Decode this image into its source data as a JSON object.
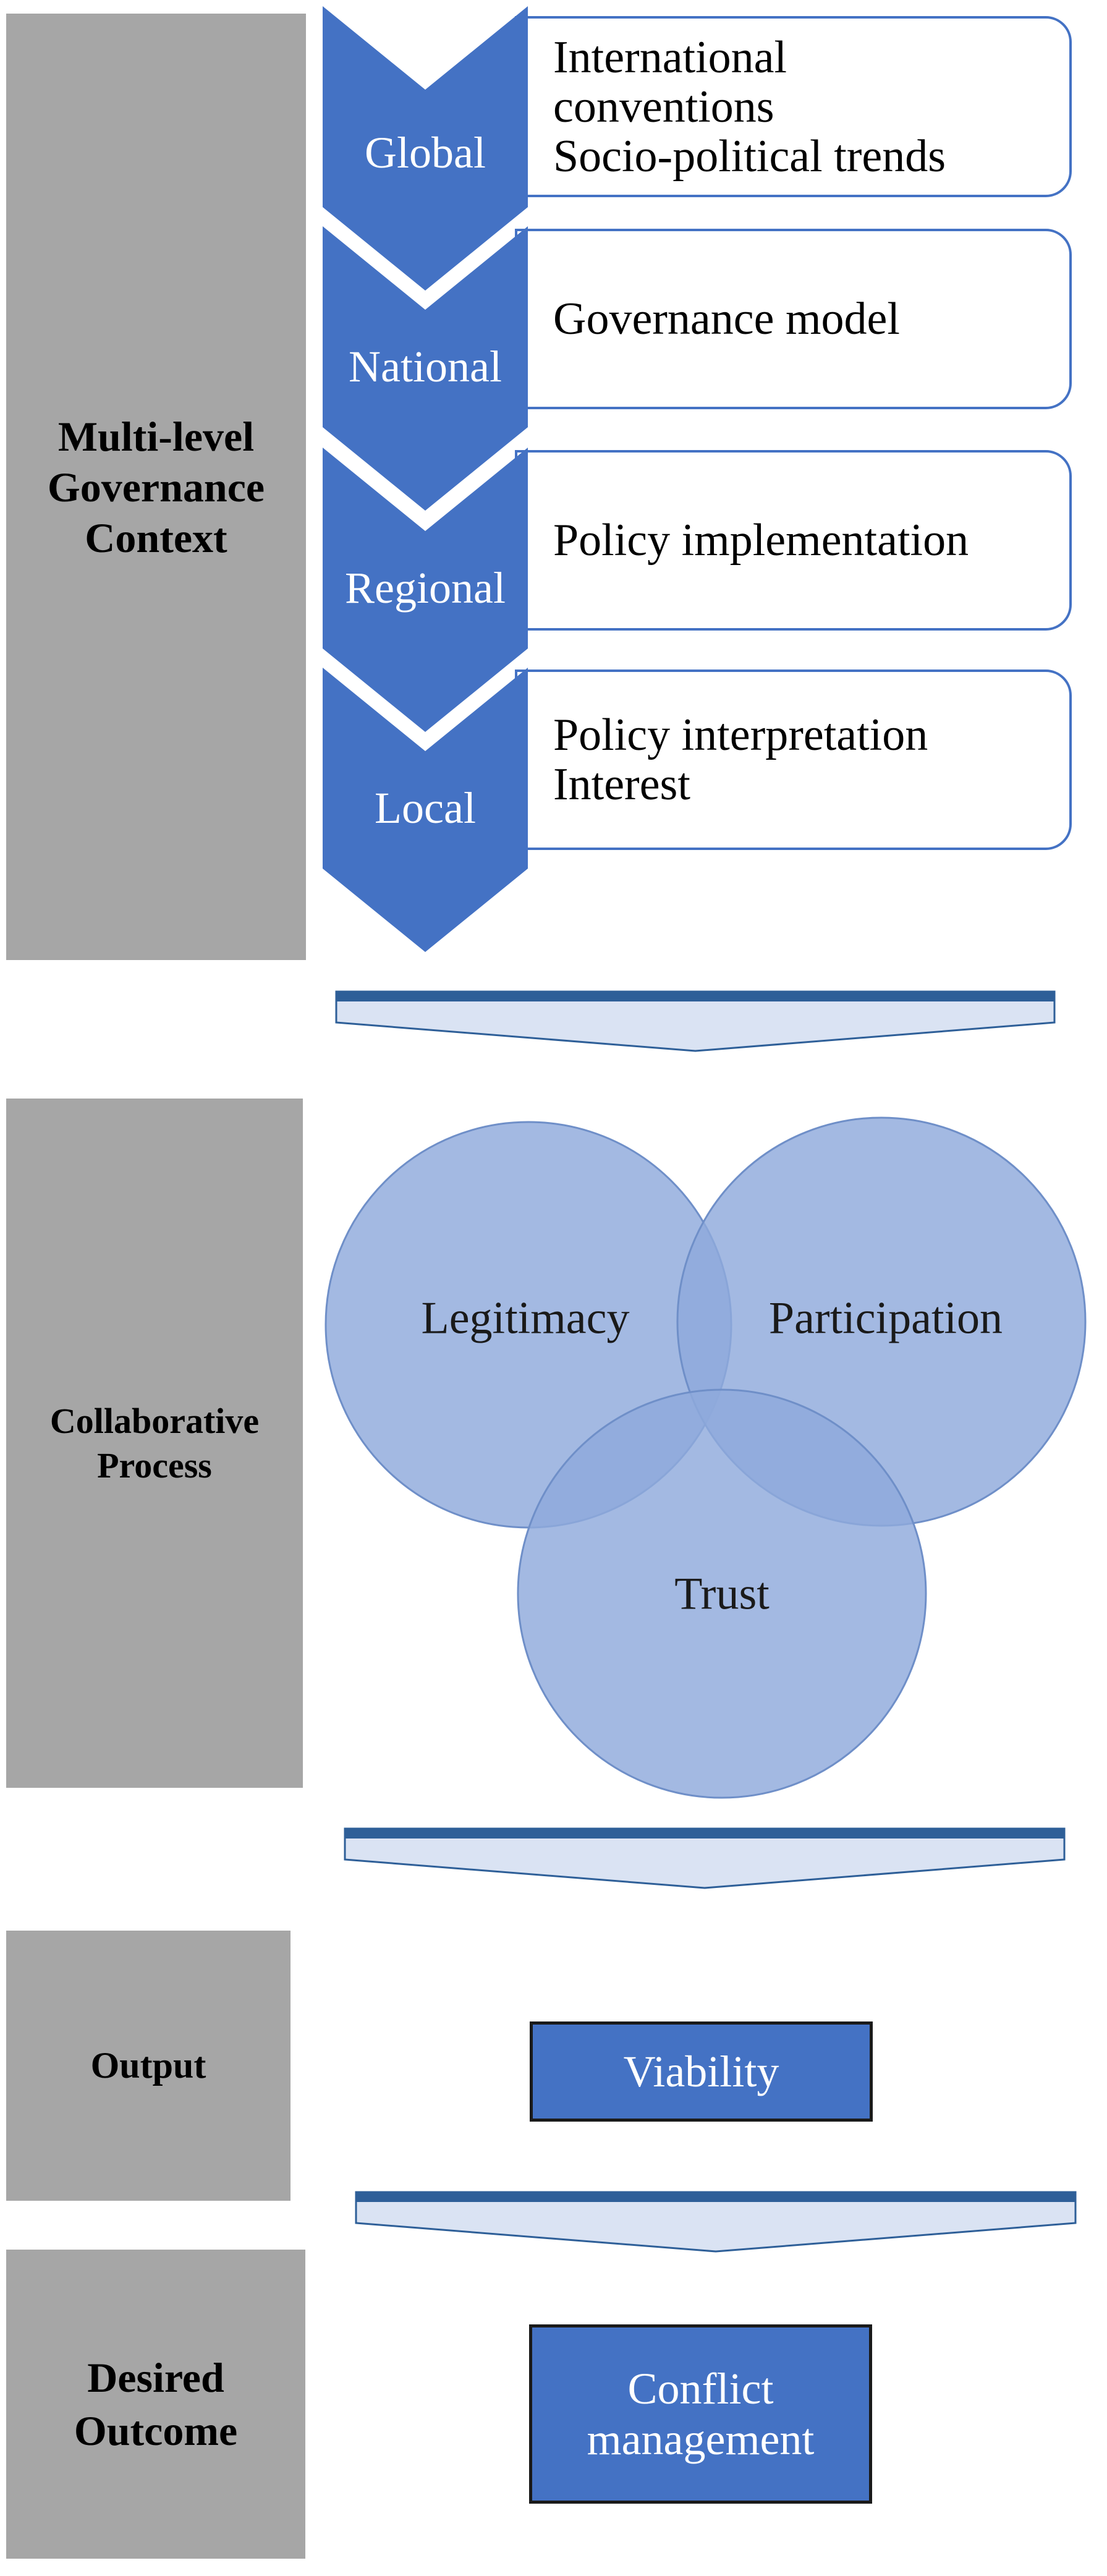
{
  "panels": {
    "governance": {
      "lines": [
        "Multi-level",
        "Governance",
        "Context"
      ]
    },
    "collaborative": {
      "lines": [
        "Collaborative",
        "Process"
      ]
    },
    "output": {
      "lines": [
        "Output"
      ]
    },
    "outcome": {
      "lines": [
        "Desired",
        "Outcome"
      ]
    }
  },
  "levels": [
    {
      "label": "Global",
      "lines": [
        "International",
        "conventions",
        "Socio-political trends"
      ]
    },
    {
      "label": "National",
      "lines": [
        "Governance model"
      ]
    },
    {
      "label": "Regional",
      "lines": [
        "Policy implementation"
      ]
    },
    {
      "label": "Local",
      "lines": [
        "Policy interpretation",
        "Interest"
      ]
    }
  ],
  "process": {
    "circles": [
      "Legitimacy",
      "Participation",
      "Trust"
    ]
  },
  "output": {
    "label": "Viability"
  },
  "outcome": {
    "lines": [
      "Conflict",
      "management"
    ]
  },
  "colors": {
    "panel": "#a6a6a6",
    "chevron": "#4472c4",
    "circle_fill": "#8faadc",
    "box_fill": "#4472c4",
    "arrow_fill": "#dae3f3",
    "arrow_border": "#2e5f98"
  }
}
